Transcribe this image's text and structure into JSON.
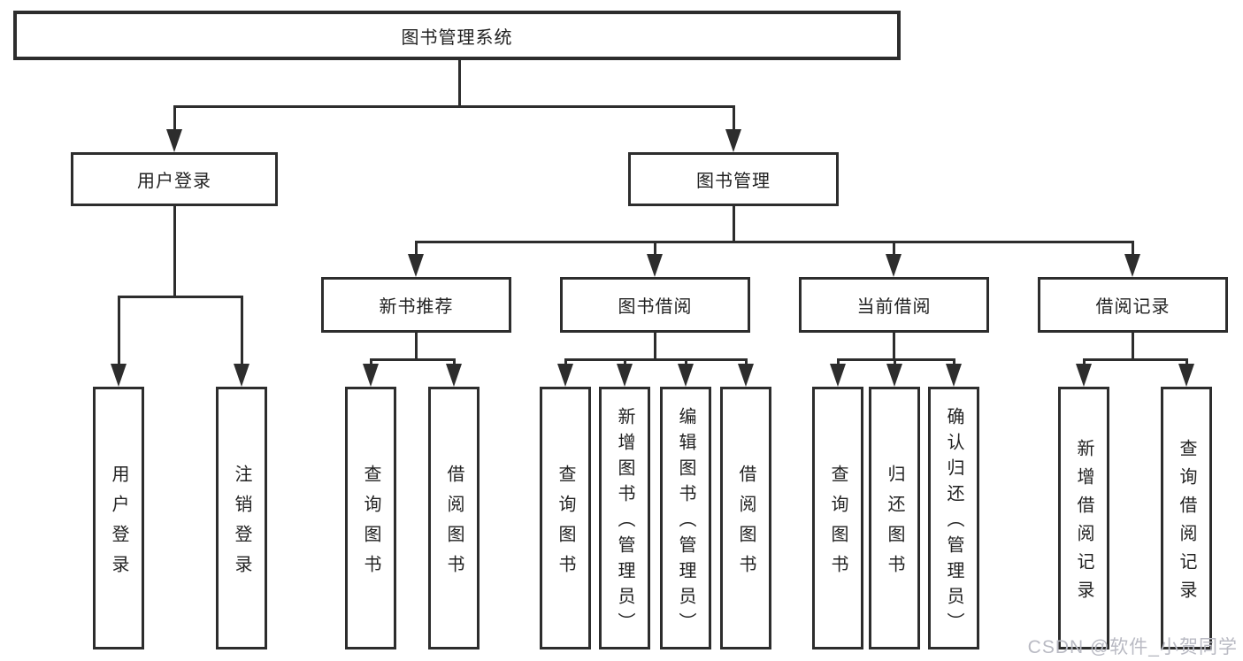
{
  "diagram": {
    "type": "tree",
    "title": "图书管理系统",
    "root": {
      "label": "图书管理系统"
    },
    "level2": [
      {
        "id": "user-login",
        "label": "用户登录"
      },
      {
        "id": "book-management",
        "label": "图书管理"
      }
    ],
    "level3": [
      {
        "id": "new-book-recommend",
        "label": "新书推荐",
        "parent": "图书管理"
      },
      {
        "id": "book-borrowing",
        "label": "图书借阅",
        "parent": "图书管理"
      },
      {
        "id": "current-borrowing",
        "label": "当前借阅",
        "parent": "图书管理"
      },
      {
        "id": "borrowing-records",
        "label": "借阅记录",
        "parent": "图书管理"
      }
    ],
    "leaves": [
      {
        "label": "用户登录",
        "parent": "用户登录"
      },
      {
        "label": "注销登录",
        "parent": "用户登录"
      },
      {
        "label": "查询图书",
        "parent": "新书推荐"
      },
      {
        "label": "借阅图书",
        "parent": "新书推荐"
      },
      {
        "label": "查询图书",
        "parent": "图书借阅"
      },
      {
        "label": "新增图书（管理员）",
        "parent": "图书借阅"
      },
      {
        "label": "编辑图书（管理员）",
        "parent": "图书借阅"
      },
      {
        "label": "借阅图书",
        "parent": "图书借阅"
      },
      {
        "label": "查询图书",
        "parent": "当前借阅"
      },
      {
        "label": "归还图书",
        "parent": "当前借阅"
      },
      {
        "label": "确认归还（管理员）",
        "parent": "当前借阅"
      },
      {
        "label": "新增借阅记录",
        "parent": "借阅记录"
      },
      {
        "label": "查询借阅记录",
        "parent": "借阅记录"
      }
    ]
  },
  "watermark": "CSDN @软件_小贺同学",
  "colors": {
    "line": "#2d2d2d",
    "text": "#222222",
    "background": "#ffffff",
    "watermark": "#b9bac3"
  }
}
